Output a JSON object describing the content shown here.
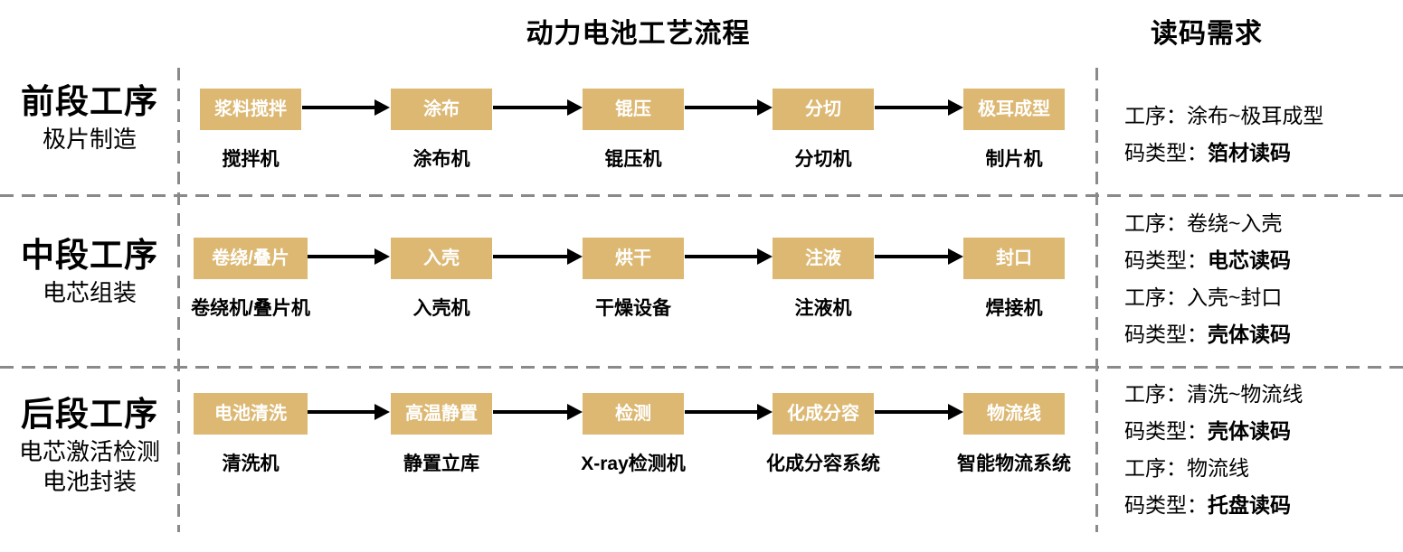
{
  "titles": {
    "flow": "动力电池工艺流程",
    "notes": "读码需求"
  },
  "colors": {
    "box_fill": "#DCB873",
    "box_text": "#FFFFFF",
    "divider": "#8A8A8A",
    "arrow": "#000000"
  },
  "rows": [
    {
      "stage": {
        "title": "前段工序",
        "subtitle": "极片制造"
      },
      "stations": [
        {
          "step": "浆料搅拌",
          "machine": "搅拌机"
        },
        {
          "step": "涂布",
          "machine": "涂布机"
        },
        {
          "step": "锟压",
          "machine": "锟压机"
        },
        {
          "step": "分切",
          "machine": "分切机"
        },
        {
          "step": "极耳成型",
          "machine": "制片机"
        }
      ],
      "notes": [
        {
          "label": "工序：",
          "value": "涂布~极耳成型"
        },
        {
          "label": "码类型：",
          "value": "箔材读码"
        }
      ]
    },
    {
      "stage": {
        "title": "中段工序",
        "subtitle": "电芯组装"
      },
      "stations": [
        {
          "step": "卷绕/叠片",
          "machine": "卷绕机/叠片机"
        },
        {
          "step": "入壳",
          "machine": "入壳机"
        },
        {
          "step": "烘干",
          "machine": "干燥设备"
        },
        {
          "step": "注液",
          "machine": "注液机"
        },
        {
          "step": "封口",
          "machine": "焊接机"
        }
      ],
      "notes": [
        {
          "label": "工序：",
          "value": "卷绕~入壳"
        },
        {
          "label": "码类型：",
          "value": "电芯读码"
        },
        {
          "label": "工序：",
          "value": "入壳~封口"
        },
        {
          "label": "码类型：",
          "value": "壳体读码"
        }
      ]
    },
    {
      "stage": {
        "title": "后段工序",
        "subtitle": "电芯激活检测",
        "subtitle2": "电池封装"
      },
      "stations": [
        {
          "step": "电池清洗",
          "machine": "清洗机"
        },
        {
          "step": "高温静置",
          "machine": "静置立库"
        },
        {
          "step": "检测",
          "machine": "X-ray检测机"
        },
        {
          "step": "化成分容",
          "machine": "化成分容系统"
        },
        {
          "step": "物流线",
          "machine": "智能物流系统"
        }
      ],
      "notes": [
        {
          "label": "工序：",
          "value": "清洗~物流线"
        },
        {
          "label": "码类型：",
          "value": "壳体读码"
        },
        {
          "label": "工序：",
          "value": "物流线"
        },
        {
          "label": "码类型：",
          "value": "托盘读码"
        }
      ]
    }
  ]
}
